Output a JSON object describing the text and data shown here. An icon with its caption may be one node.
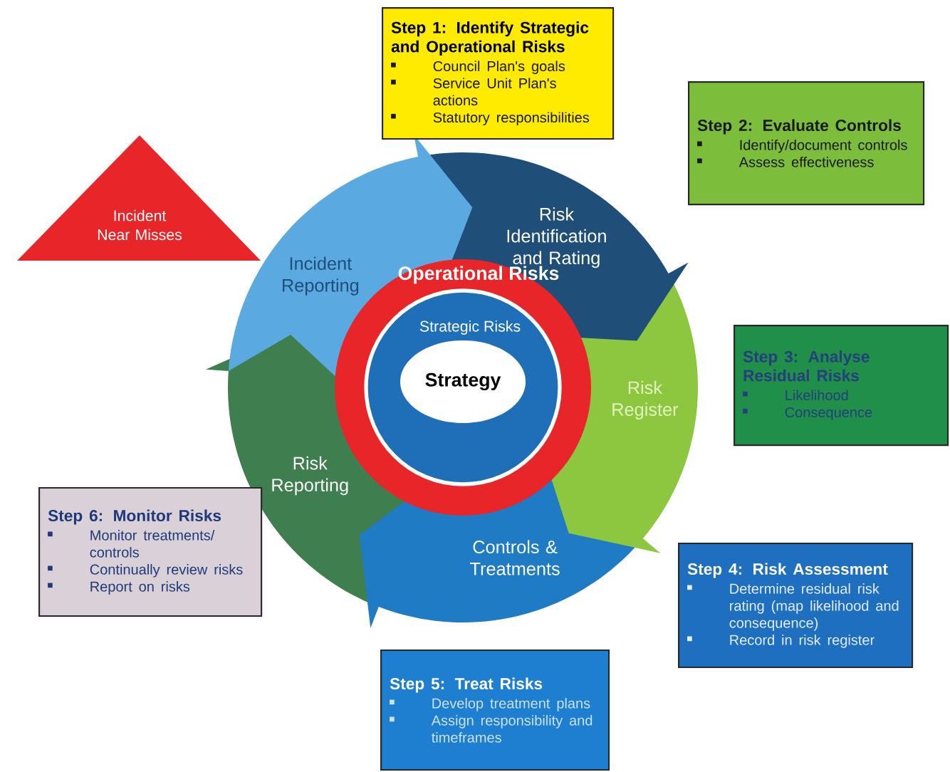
{
  "diagram": {
    "nodes": [
      {
        "text": [
          "Step 1: Identify Strategic and Operational Risks",
          "Council Plan's goals",
          "Service Unit Plan's actions",
          "Statutory responsibilities"
        ]
      },
      {
        "text": [
          "Step 2: Evaluate Controls",
          "Identify/document controls",
          "Assess effectiveness"
        ]
      },
      {
        "text": [
          "Incident Near Misses"
        ]
      },
      {
        "text": [
          "Risk Identification and Rating"
        ]
      },
      {
        "text": [
          "Incident Reporting"
        ]
      },
      {
        "text": [
          "Operational Risks"
        ]
      },
      {
        "text": [
          "Strategic Risks"
        ],
        "in": 5
      },
      {
        "text": [
          "Strategy"
        ],
        "in": 6
      },
      {
        "text": [
          "Step 3: Analyse Residual Risks",
          "Likelihood",
          "Consequence"
        ]
      },
      {
        "text": [
          "Risk Register"
        ]
      },
      {
        "text": [
          "Risk Reporting"
        ]
      },
      {
        "text": [
          "Step 6: Monitor Risks",
          "Monitor treatments/ controls",
          "Continually review risks",
          "Report on risks"
        ]
      },
      {
        "text": [
          "Controls & Treatments"
        ]
      },
      {
        "text": [
          "Step 4: Risk Assessment",
          "Determine residual risk rating (map likelihood and consequence)",
          "Record in risk register"
        ]
      },
      {
        "text": [
          "Step 5: Treat Risks",
          "Develop treatment plans",
          "Assign responsibility and timeframes"
        ]
      }
    ]
  }
}
